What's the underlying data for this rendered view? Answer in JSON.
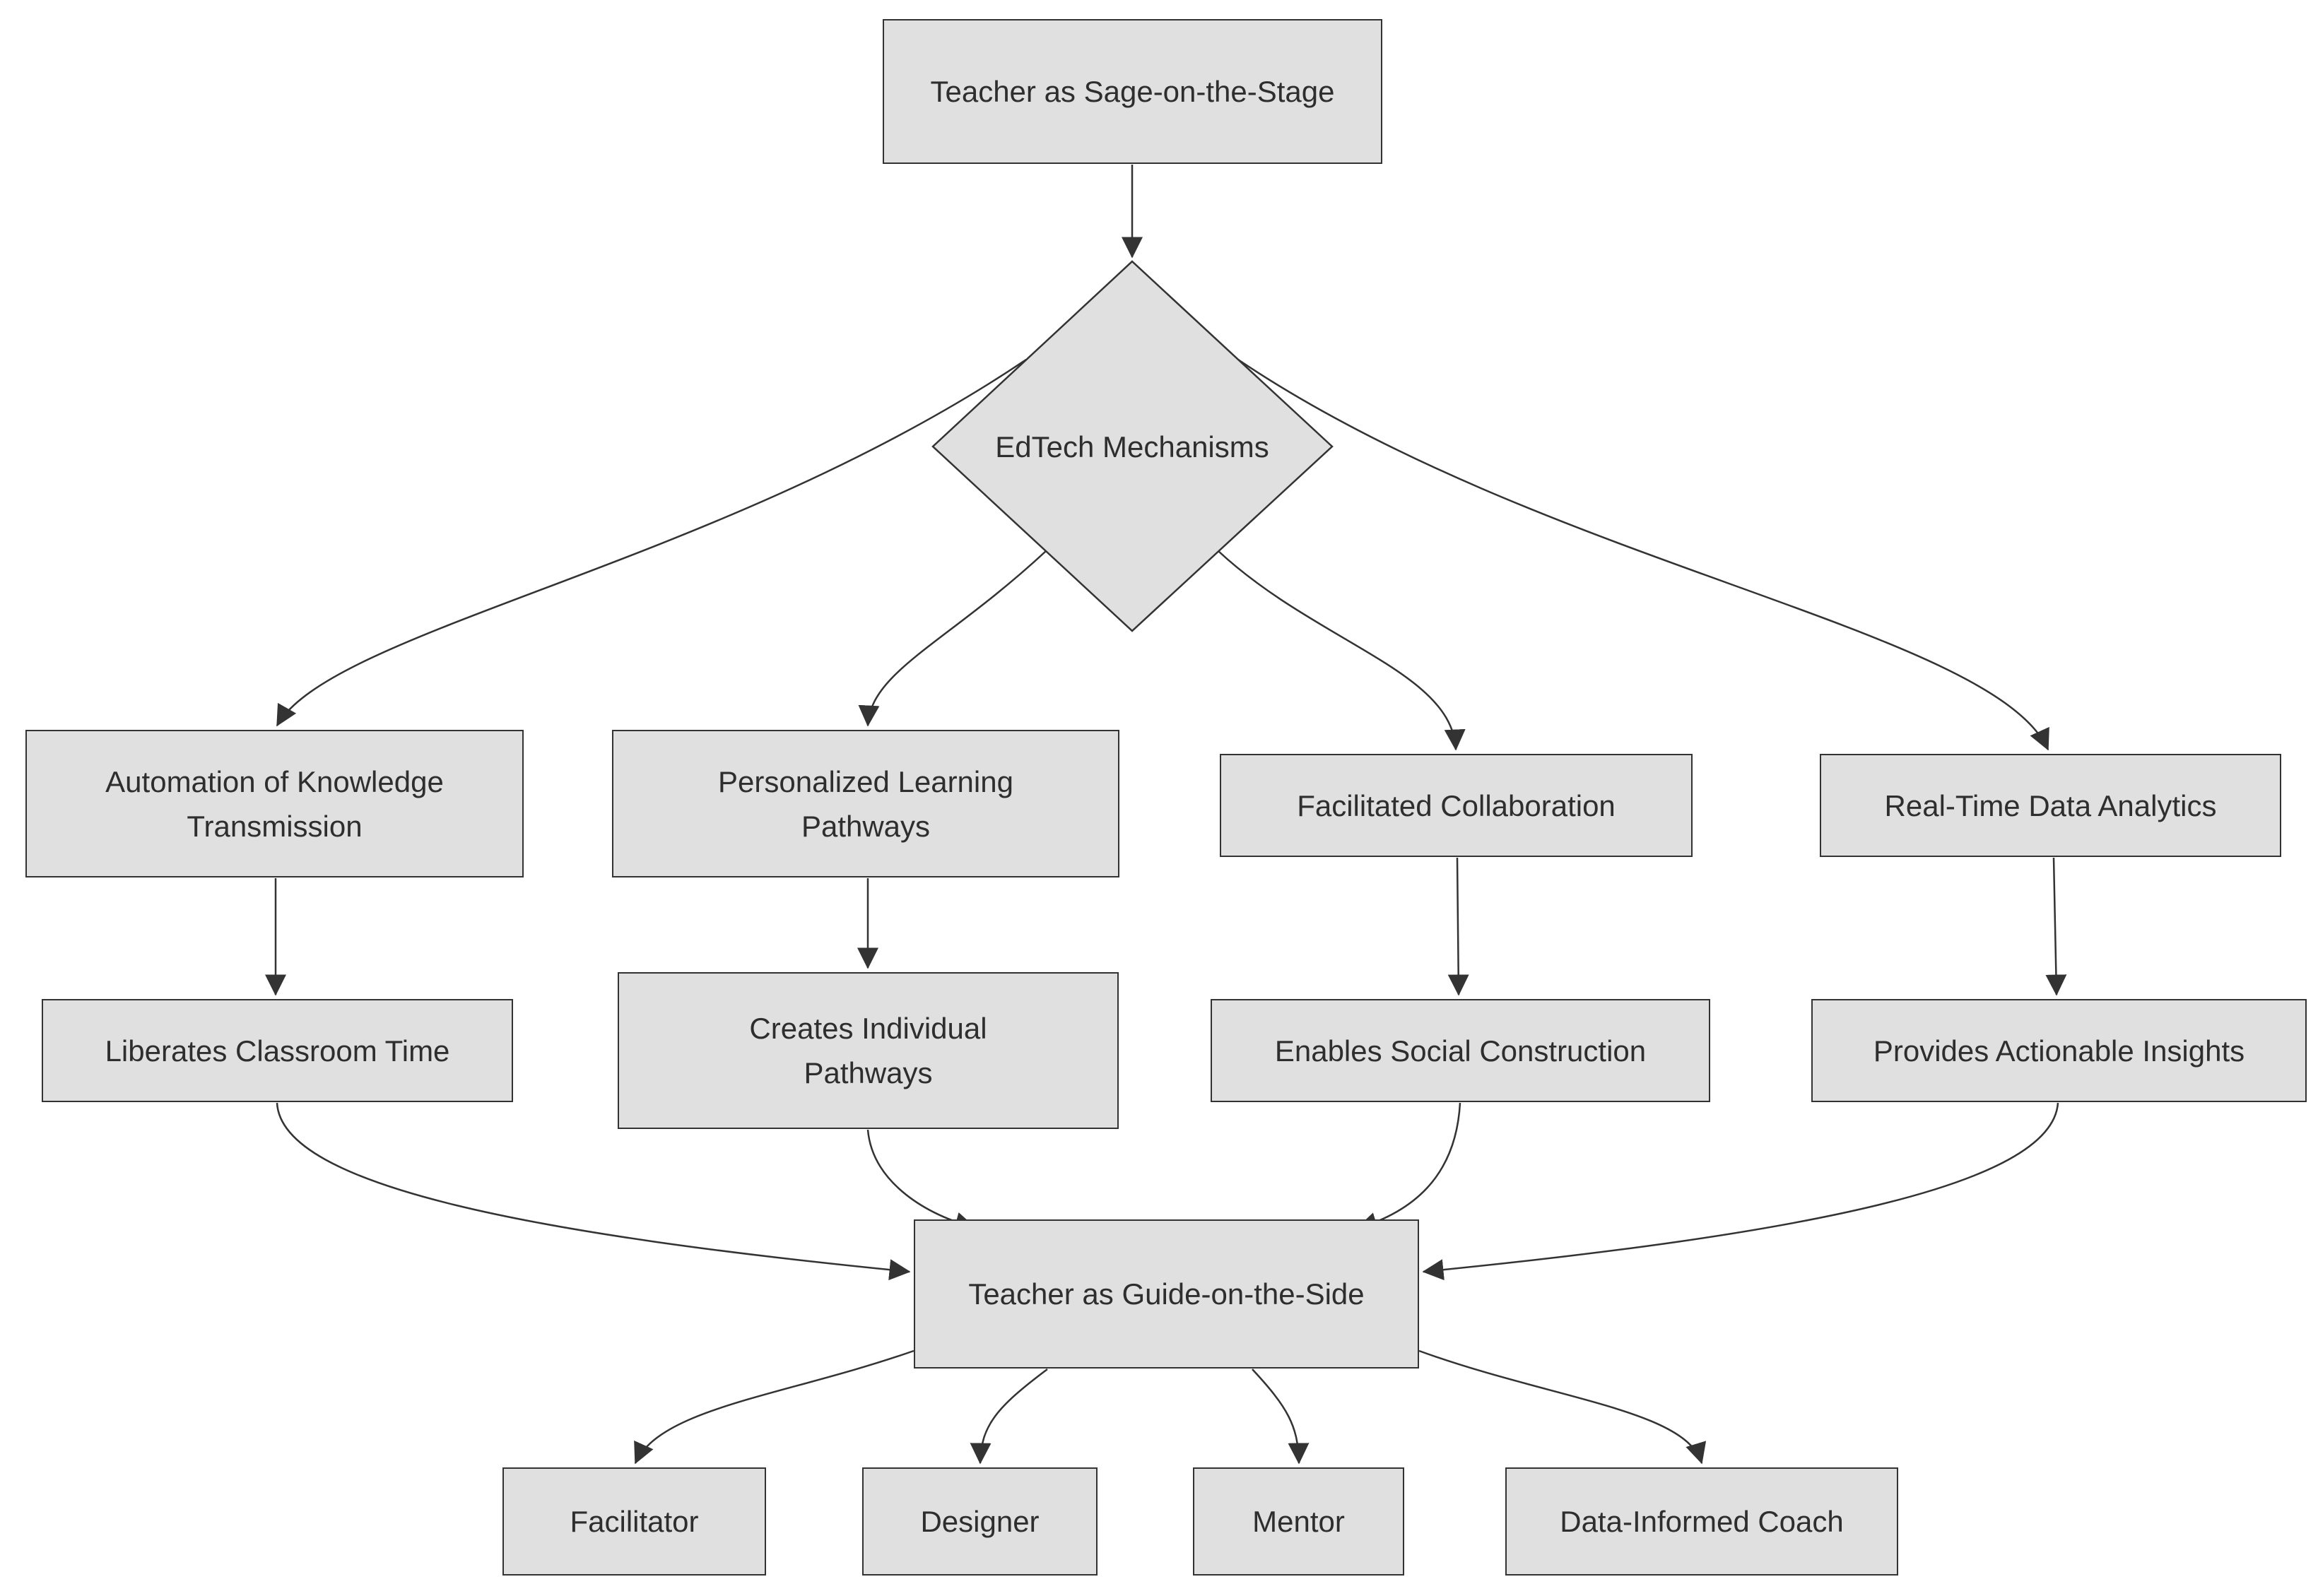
{
  "diagram": {
    "type": "flowchart-top-down",
    "colors": {
      "background": "#ffffff",
      "node_fill": "#e0e0e0",
      "node_border": "#333333",
      "edge": "#333333",
      "text": "#2e2e2e"
    },
    "nodes": {
      "sage": {
        "label": "Teacher as Sage-on-the-Stage",
        "shape": "rectangle"
      },
      "mechanisms": {
        "label": "EdTech Mechanisms",
        "shape": "diamond"
      },
      "automation": {
        "label": "Automation of Knowledge Transmission",
        "shape": "rectangle"
      },
      "personalized": {
        "label": "Personalized Learning Pathways",
        "shape": "rectangle"
      },
      "collaboration": {
        "label": "Facilitated Collaboration",
        "shape": "rectangle"
      },
      "analytics": {
        "label": "Real-Time Data Analytics",
        "shape": "rectangle"
      },
      "liberates": {
        "label": "Liberates Classroom Time",
        "shape": "rectangle"
      },
      "creates": {
        "label": "Creates Individual Pathways",
        "shape": "rectangle"
      },
      "enables": {
        "label": "Enables Social Construction",
        "shape": "rectangle"
      },
      "provides": {
        "label": "Provides Actionable Insights",
        "shape": "rectangle"
      },
      "guide": {
        "label": "Teacher as Guide-on-the-Side",
        "shape": "rectangle"
      },
      "facilitator": {
        "label": "Facilitator",
        "shape": "rectangle"
      },
      "designer": {
        "label": "Designer",
        "shape": "rectangle"
      },
      "mentor": {
        "label": "Mentor",
        "shape": "rectangle"
      },
      "coach": {
        "label": "Data-Informed Coach",
        "shape": "rectangle"
      }
    },
    "edges": [
      {
        "from": "sage",
        "to": "mechanisms"
      },
      {
        "from": "mechanisms",
        "to": "automation"
      },
      {
        "from": "mechanisms",
        "to": "personalized"
      },
      {
        "from": "mechanisms",
        "to": "collaboration"
      },
      {
        "from": "mechanisms",
        "to": "analytics"
      },
      {
        "from": "automation",
        "to": "liberates"
      },
      {
        "from": "personalized",
        "to": "creates"
      },
      {
        "from": "collaboration",
        "to": "enables"
      },
      {
        "from": "analytics",
        "to": "provides"
      },
      {
        "from": "liberates",
        "to": "guide"
      },
      {
        "from": "creates",
        "to": "guide"
      },
      {
        "from": "enables",
        "to": "guide"
      },
      {
        "from": "provides",
        "to": "guide"
      },
      {
        "from": "guide",
        "to": "facilitator"
      },
      {
        "from": "guide",
        "to": "designer"
      },
      {
        "from": "guide",
        "to": "mentor"
      },
      {
        "from": "guide",
        "to": "coach"
      }
    ]
  }
}
